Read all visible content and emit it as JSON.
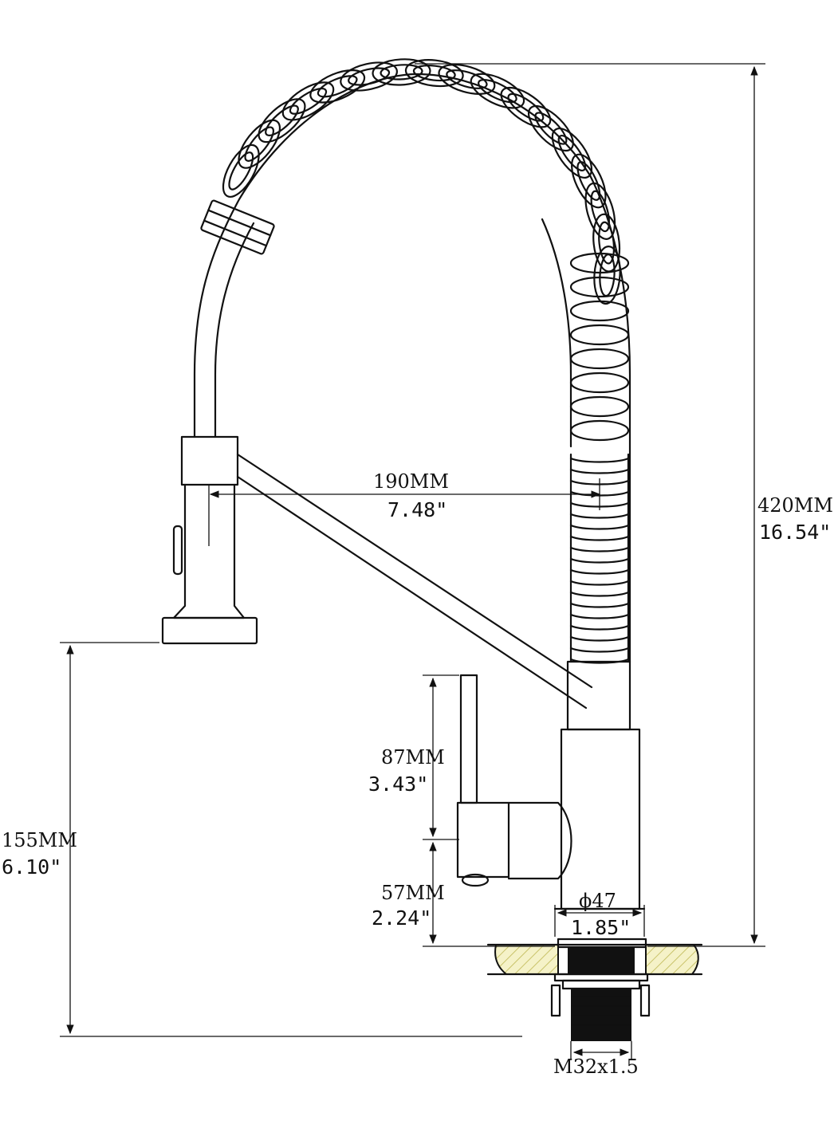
{
  "dimensions": {
    "reach": {
      "metric": "190MM",
      "imperial": "7.48\""
    },
    "height": {
      "metric": "420MM",
      "imperial": "16.54\""
    },
    "spout_clearance": {
      "metric": "155MM",
      "imperial": "6.10\""
    },
    "handle_length": {
      "metric": "87MM",
      "imperial": "3.43\""
    },
    "handle_height": {
      "metric": "57MM",
      "imperial": "2.24\""
    },
    "base_diameter": {
      "metric": "ϕ47",
      "imperial": "1.85\""
    },
    "thread": {
      "metric": "M32x1.5"
    }
  },
  "colors": {
    "line": "#111111",
    "countertop_fill": "#f5f2c8",
    "hatch": "#c9c36a"
  }
}
